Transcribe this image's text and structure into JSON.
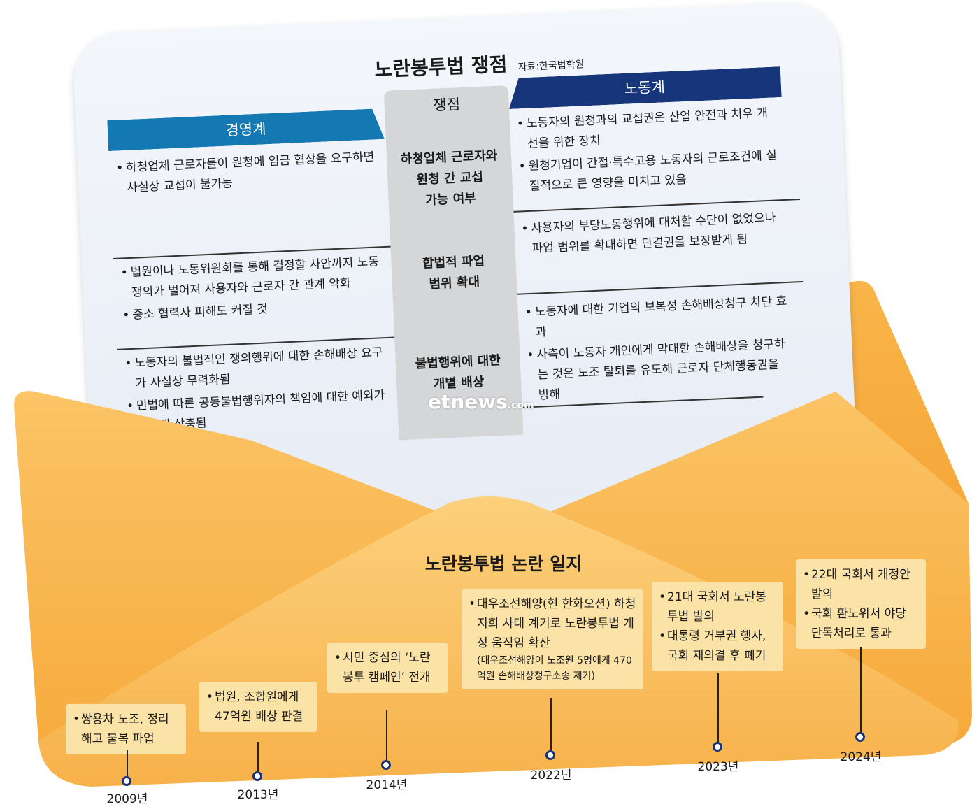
{
  "card": {
    "title": "노란봉투법 쟁점",
    "source": "자료:한국법학원",
    "headers": {
      "left": "경영계",
      "middle": "쟁점",
      "right": "노동계"
    },
    "rows": [
      {
        "issue": [
          "하청업체 근로자와",
          "원청 간 교섭",
          "가능 여부"
        ],
        "business": [
          "하청업체 근로자들이 원청에 임금 협상을 요구하면 사실상 교섭이 불가능"
        ],
        "labor": [
          "노동자의 원청과의 교섭권은 산업 안전과 처우 개선을 위한 장치",
          "원청기업이 간접·특수고용 노동자의 근로조건에 실질적으로 큰 영향을 미치고 있음"
        ]
      },
      {
        "issue": [
          "합법적 파업",
          "범위 확대"
        ],
        "business": [
          "법원이나 노동위원회를 통해 결정할 사안까지 노동쟁의가 벌어져 사용자와 근로자 간 관계 악화",
          "중소 협력사 피해도 커질 것"
        ],
        "labor": [
          "사용자의 부당노동행위에 대처할 수단이 없었으나 파업 범위를 확대하면 단결권을 보장받게 됨"
        ]
      },
      {
        "issue": [
          "불법행위에 대한",
          "개별 배상"
        ],
        "business": [
          "노동자의 불법적인 쟁의행위에 대한 손해배상 요구가 사실상 무력화됨",
          "민법에 따른 공동불법행위자의 책임에 대한 예외가 적용돼 상충됨"
        ],
        "labor": [
          "노동자에 대한 기업의 보복성 손해배상청구 차단 효과",
          "사측이 노동자 개인에게 막대한 손해배상을 청구하는 것은 노조 탈퇴를 유도해 근로자 단체행동권을 방해"
        ]
      }
    ],
    "watermark": "etnews",
    "watermark_suffix": ".com"
  },
  "timeline": {
    "title": "노란봉투법 논란 일지",
    "events": [
      {
        "year": "2009년",
        "items": [
          "쌍용차 노조, 정리해고 불복 파업"
        ]
      },
      {
        "year": "2013년",
        "items": [
          "법원, 조합원에게 47억원 배상 판결"
        ]
      },
      {
        "year": "2014년",
        "items": [
          "시민 중심의 ‘노란봉투 캠페인’ 전개"
        ]
      },
      {
        "year": "2022년",
        "items": [
          "대우조선해양(현 한화오션) 하청지회 사태 계기로 노란봉투법 개정 움직임 확산"
        ],
        "note": "(대우조선해양이 노조원 5명에게 470억원 손해배상청구소송 제기)"
      },
      {
        "year": "2023년",
        "items": [
          "21대 국회서 노란봉투법 발의",
          "대통령 거부권 행사, 국회 재의결 후 폐기"
        ]
      },
      {
        "year": "2024년",
        "items": [
          "22대 국회서 개정안 발의",
          "국회 환노위서 야당 단독처리로 통과"
        ]
      }
    ]
  },
  "colors": {
    "envelope": "#f6a93a",
    "envelope_light": "#fbc466",
    "business_header": "#1479b2",
    "labor_header": "#16357a",
    "issue_column": "#d5d6d8",
    "timeline_box": "#fbe3a8"
  }
}
